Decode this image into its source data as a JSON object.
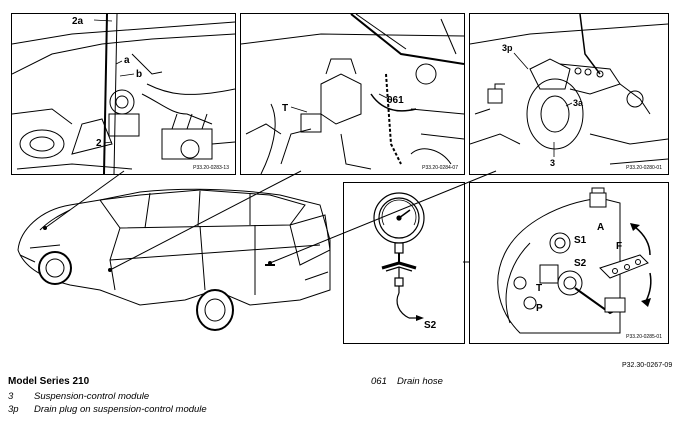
{
  "panels": {
    "p1": {
      "labels": {
        "a2": "2a",
        "a": "a",
        "b": "b",
        "n2": "2"
      },
      "ref": "P33.20-0283-13"
    },
    "p2": {
      "labels": {
        "n061": "061",
        "t": "T"
      },
      "ref": "P33.20-0284-07"
    },
    "p3": {
      "labels": {
        "n3p": "3p",
        "n3a": "3a",
        "n3": "3"
      },
      "ref": "P33.20-0280-01"
    },
    "p4": {
      "labels": {
        "s2": "S2"
      }
    },
    "p5": {
      "labels": {
        "s1": "S1",
        "s2": "S2",
        "a": "A",
        "f": "F",
        "t": "T",
        "p": "P"
      },
      "ref": "P33.20-0285-01"
    }
  },
  "figure_ref": "P32.30-0267-09",
  "legend": {
    "title": "Model Series 210",
    "left_items": [
      {
        "num": "3",
        "text": "Suspension-control module"
      },
      {
        "num": "3p",
        "text": "Drain plug on suspension-control module"
      }
    ],
    "right_items": [
      {
        "num": "061",
        "text": "Drain hose"
      }
    ]
  }
}
